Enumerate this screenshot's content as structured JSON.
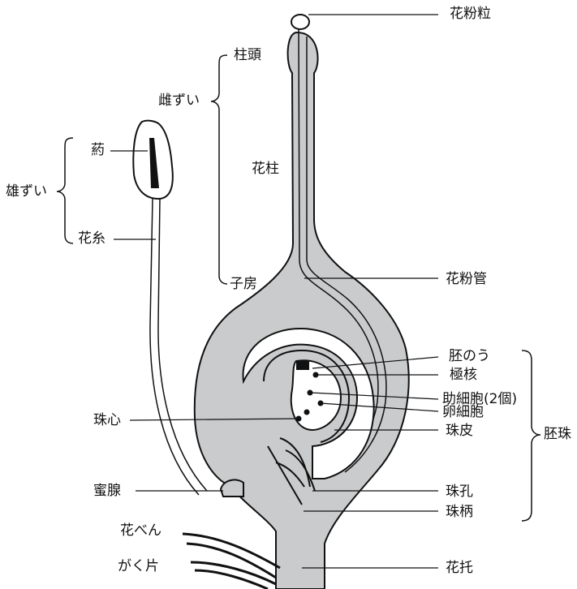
{
  "labels": {
    "pollen": "花粉粒",
    "stigma": "柱頭",
    "pistil": "雌ずい",
    "anther": "葯",
    "stamen": "雄ずい",
    "style": "花柱",
    "filament": "花糸",
    "ovary": "子房",
    "pollen_tube": "花粉管",
    "embryo_sac": "胚のう",
    "polar_nuclei": "極核",
    "synergids": "助細胞(2個)",
    "egg_cell": "卵細胞",
    "integument": "珠皮",
    "nucellus": "珠心",
    "ovule": "胚珠",
    "nectary": "蜜腺",
    "micropyle": "珠孔",
    "funiculus": "珠柄",
    "petal": "花べん",
    "sepal": "がく片",
    "receptacle": "花托"
  },
  "colors": {
    "tissue_fill": "#c9cbcc",
    "outline": "#111111",
    "background": "#ffffff"
  }
}
